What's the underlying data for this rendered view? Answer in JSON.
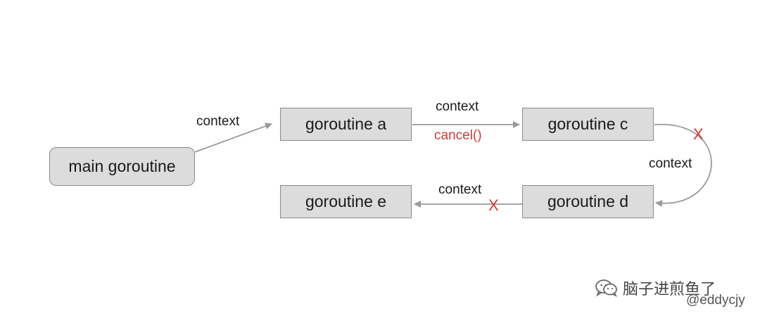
{
  "diagram": {
    "nodes": {
      "main": "main goroutine",
      "a": "goroutine a",
      "c": "goroutine c",
      "d": "goroutine d",
      "e": "goroutine e"
    },
    "edge_labels": {
      "main_to_a": "context",
      "a_to_c": "context",
      "a_to_c_cancel": "cancel()",
      "c_to_d": "context",
      "d_to_e": "context"
    },
    "cut_marks": {
      "c_to_d": "X",
      "d_to_e": "X"
    },
    "colors": {
      "node_fill": "#dcdcdc",
      "node_border": "#8a8a8a",
      "arrow": "#9a9a9a",
      "accent_red": "#d13b35"
    }
  },
  "watermark": {
    "icon": "wechat-icon",
    "text": "脑子进煎鱼了",
    "handle": "@eddycjy"
  }
}
